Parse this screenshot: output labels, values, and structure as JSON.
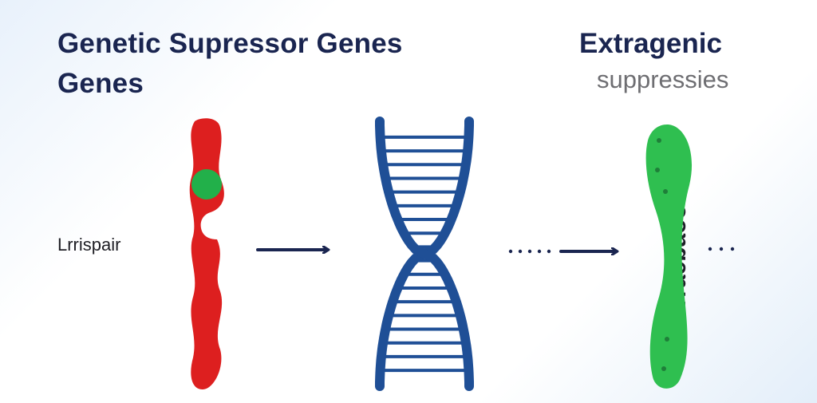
{
  "heading_left": {
    "line1": "Genetic Supressor Genes",
    "line2": "Genes"
  },
  "heading_right": {
    "title": "Extragenic",
    "subtitle": "suppressies"
  },
  "left_label": "Lrrispair",
  "vertical_label": "chrracbaoontae",
  "colors": {
    "heading": "#1a2550",
    "subtitle": "#6e6e72",
    "red_chromosome": "#dd1f1f",
    "green_marker": "#22b04a",
    "dna_helix": "#1f4f96",
    "green_chromosome": "#2fbf50",
    "arrow": "#1a2550"
  },
  "icons": [
    "red-chromosome-icon",
    "dna-helix-icon",
    "green-chromosome-icon",
    "arrow-right-icon",
    "dotted-arrow-right-icon"
  ]
}
